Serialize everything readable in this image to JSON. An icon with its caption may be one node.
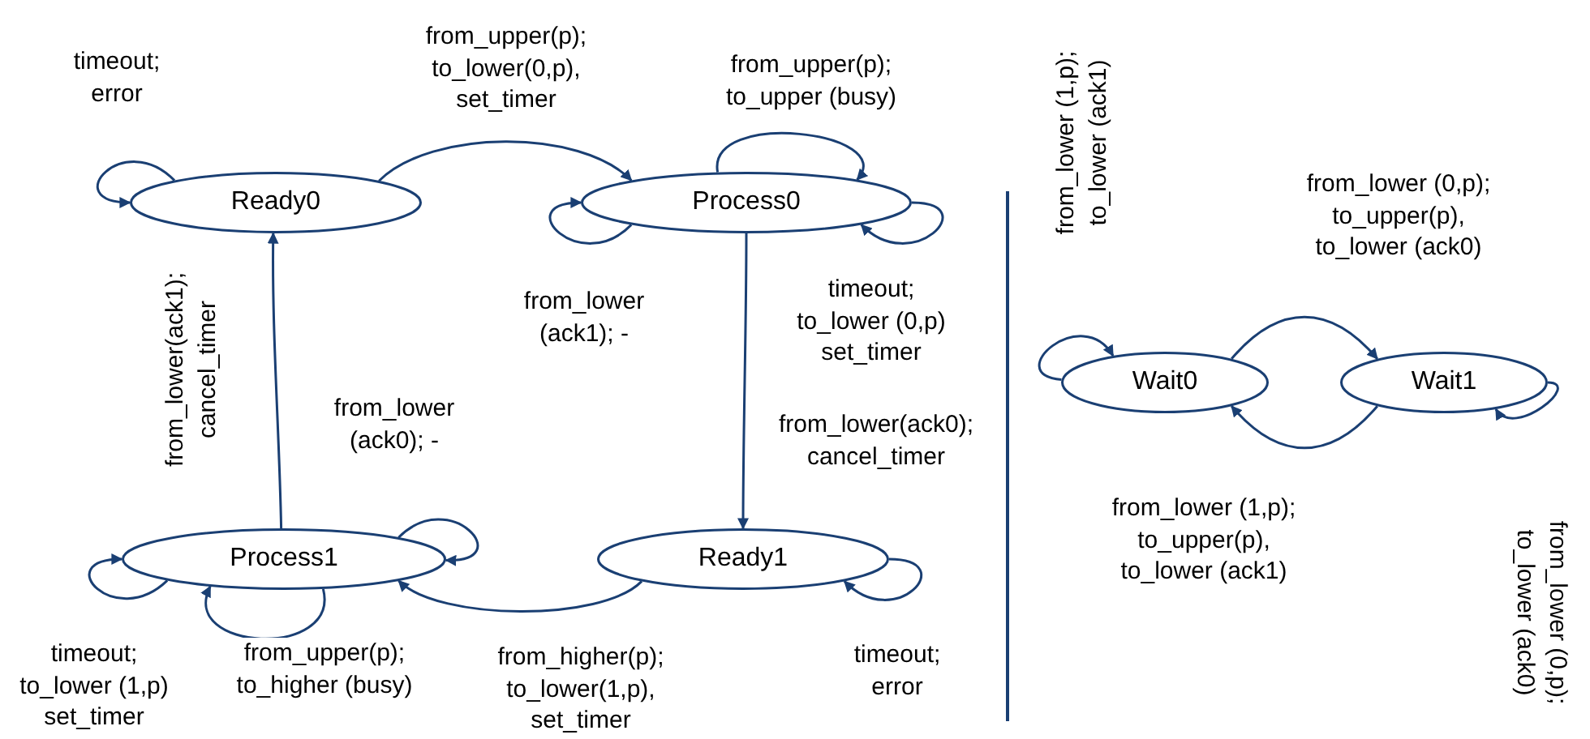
{
  "diagram": {
    "nodes": [
      {
        "text": [
          "Ready0"
        ]
      },
      {
        "text": [
          "Process0"
        ]
      },
      {
        "text": [
          "Process1"
        ]
      },
      {
        "text": [
          "Ready1"
        ]
      },
      {
        "text": [
          "Wait0"
        ]
      },
      {
        "text": [
          "Wait1"
        ]
      }
    ],
    "edges": [
      {
        "from": 0,
        "to": 0,
        "arrow": "to",
        "label": "timeout; error"
      },
      {
        "from": 0,
        "to": 1,
        "arrow": "to",
        "label": "from_upper(p); to_lower(0,p), set_timer"
      },
      {
        "from": 1,
        "to": 1,
        "arrow": "to",
        "label": "from_upper(p); to_upper (busy)"
      },
      {
        "from": 1,
        "to": 1,
        "arrow": "to",
        "label": "from_lower (ack1); -"
      },
      {
        "from": 1,
        "to": 1,
        "arrow": "to",
        "label": "timeout; to_lower (0,p) set_timer"
      },
      {
        "from": 1,
        "to": 3,
        "arrow": "to",
        "label": "from_lower(ack0); cancel_timer"
      },
      {
        "from": 2,
        "to": 0,
        "arrow": "to",
        "label": "from_lower(ack1); cancel_timer"
      },
      {
        "from": 2,
        "to": 2,
        "arrow": "to",
        "label": "from_lower (ack0); -"
      },
      {
        "from": 2,
        "to": 2,
        "arrow": "to",
        "label": "timeout; to_lower (1,p) set_timer"
      },
      {
        "from": 2,
        "to": 2,
        "arrow": "to",
        "label": "from_upper(p); to_higher (busy)"
      },
      {
        "from": 3,
        "to": 2,
        "arrow": "to",
        "label": "from_higher(p); to_lower(1,p), set_timer"
      },
      {
        "from": 3,
        "to": 3,
        "arrow": "to",
        "label": "timeout; error"
      },
      {
        "from": 4,
        "to": 4,
        "arrow": "to",
        "label": "from_lower (1,p); to_lower (ack1)"
      },
      {
        "from": 4,
        "to": 5,
        "arrow": "to",
        "label": "from_lower (0,p); to_upper(p), to_lower (ack0)"
      },
      {
        "from": 5,
        "to": 4,
        "arrow": "to",
        "label": "from_lower (1,p); to_upper(p), to_lower (ack1)"
      },
      {
        "from": 5,
        "to": 5,
        "arrow": "to",
        "label": "from_lower (0,p); to_lower (ack0)"
      }
    ]
  }
}
